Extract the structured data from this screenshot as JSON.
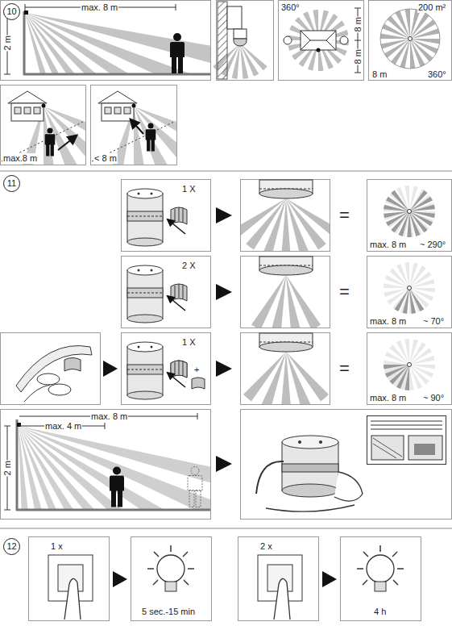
{
  "diagram": {
    "labels": [
      "10",
      "max. 8 m",
      "2 m",
      "360°",
      "8 m",
      "8 m",
      "200 m²",
      "8 m",
      "360°",
      "max.8 m",
      "< 8 m",
      "11",
      "1 X",
      "=",
      "max. 8 m",
      "~ 290°",
      "2 X",
      "=",
      "max. 8 m",
      "~ 70°",
      "1 X",
      "+",
      "=",
      "max. 8 m",
      "~ 90°",
      "max. 8 m",
      "max. 4 m",
      "2 m",
      "12",
      "1 x",
      "5 sec.-15 min",
      "2 x",
      "4 h"
    ]
  }
}
